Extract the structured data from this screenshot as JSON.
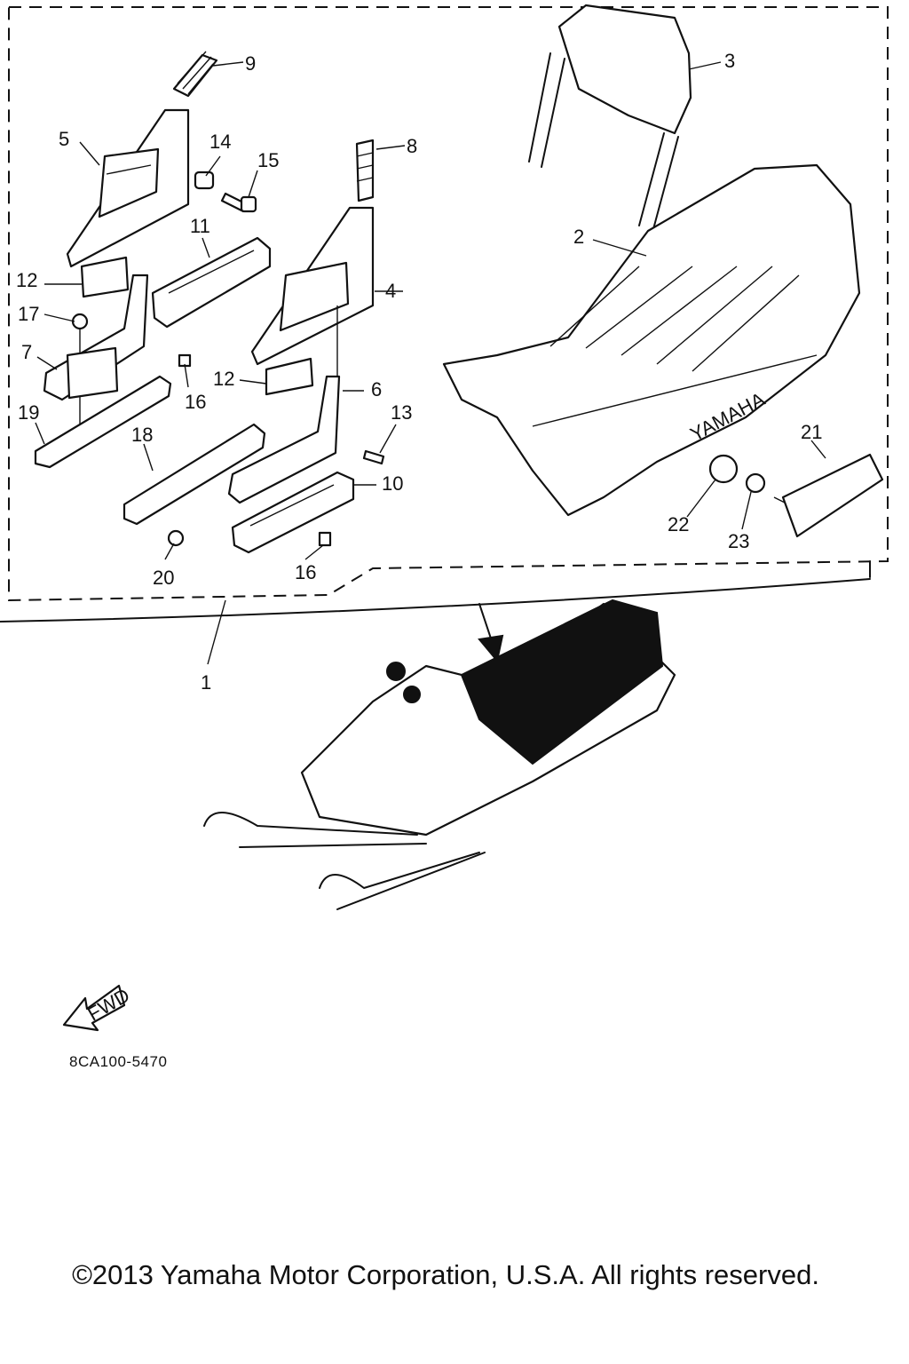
{
  "diagram": {
    "catalog_code": "8CA100-5470",
    "copyright": "©2013 Yamaha Motor Corporation, U.S.A. All rights reserved.",
    "fwd_label": "FWD",
    "seat_brand": "YAMAHA",
    "callouts": {
      "c1": "1",
      "c2": "2",
      "c3": "3",
      "c4": "4",
      "c5": "5",
      "c6": "6",
      "c7": "7",
      "c8": "8",
      "c9": "9",
      "c10": "10",
      "c11": "11",
      "c12a": "12",
      "c12b": "12",
      "c13": "13",
      "c14": "14",
      "c15": "15",
      "c16a": "16",
      "c16b": "16",
      "c17": "17",
      "c18": "18",
      "c19": "19",
      "c20": "20",
      "c21": "21",
      "c22": "22",
      "c23": "23"
    }
  }
}
